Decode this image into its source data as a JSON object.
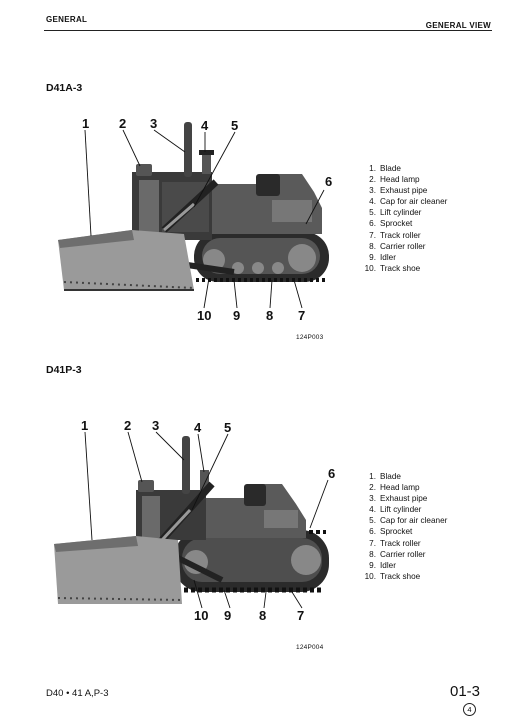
{
  "header": {
    "left": "GENERAL",
    "right": "GENERAL VIEW"
  },
  "sections": [
    {
      "title": "D41A-3",
      "figure_code": "124P003",
      "callouts_top": [
        "1",
        "2",
        "3",
        "4",
        "5",
        "6"
      ],
      "callouts_bottom": [
        "10",
        "9",
        "8",
        "7"
      ],
      "parts": [
        {
          "num": "1.",
          "name": "Blade"
        },
        {
          "num": "2.",
          "name": "Head lamp"
        },
        {
          "num": "3.",
          "name": "Exhaust pipe"
        },
        {
          "num": "4.",
          "name": "Cap for air cleaner"
        },
        {
          "num": "5.",
          "name": "Lift cylinder"
        },
        {
          "num": "6.",
          "name": "Sprocket"
        },
        {
          "num": "7.",
          "name": "Track roller"
        },
        {
          "num": "8.",
          "name": "Carrier roller"
        },
        {
          "num": "9.",
          "name": "Idler"
        },
        {
          "num": "10.",
          "name": "Track shoe"
        }
      ]
    },
    {
      "title": "D41P-3",
      "figure_code": "124P004",
      "callouts_top": [
        "1",
        "2",
        "3",
        "4",
        "5",
        "6"
      ],
      "callouts_bottom": [
        "10",
        "9",
        "8",
        "7"
      ],
      "parts": [
        {
          "num": "1.",
          "name": "Blade"
        },
        {
          "num": "2.",
          "name": "Head lamp"
        },
        {
          "num": "3.",
          "name": "Exhaust pipe"
        },
        {
          "num": "4.",
          "name": "Lift cylinder"
        },
        {
          "num": "5.",
          "name": "Cap for air cleaner"
        },
        {
          "num": "6.",
          "name": "Sprocket"
        },
        {
          "num": "7.",
          "name": "Track roller"
        },
        {
          "num": "8.",
          "name": "Carrier roller"
        },
        {
          "num": "9.",
          "name": "Idler"
        },
        {
          "num": "10.",
          "name": "Track shoe"
        }
      ]
    }
  ],
  "footer": {
    "model": "D40 • 41 A,P-3",
    "page": "01-3",
    "revision": "4"
  }
}
